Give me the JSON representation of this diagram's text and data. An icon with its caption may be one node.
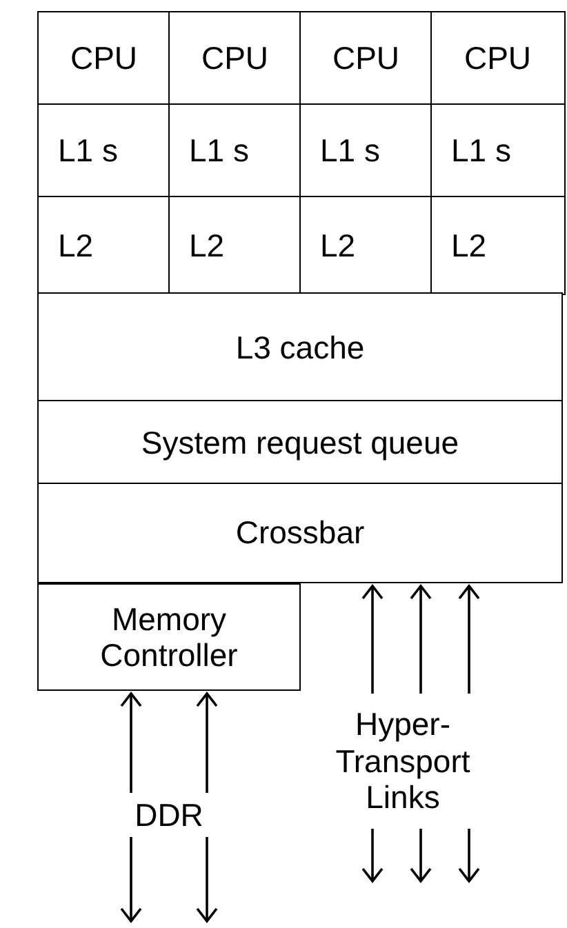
{
  "diagram": {
    "nodes": [
      {
        "text": [
          "CPU"
        ]
      },
      {
        "text": [
          "CPU"
        ]
      },
      {
        "text": [
          "CPU"
        ]
      },
      {
        "text": [
          "CPU"
        ]
      },
      {
        "text": [
          "L1 s"
        ]
      },
      {
        "text": [
          "L1 s"
        ]
      },
      {
        "text": [
          "L1 s"
        ]
      },
      {
        "text": [
          "L1 s"
        ]
      },
      {
        "text": [
          "L2"
        ]
      },
      {
        "text": [
          "L2"
        ]
      },
      {
        "text": [
          "L2"
        ]
      },
      {
        "text": [
          "L2"
        ]
      },
      {
        "text": [
          "L3 cache"
        ]
      },
      {
        "text": [
          "System request queue"
        ]
      },
      {
        "text": [
          "Crossbar"
        ]
      },
      {
        "text": [
          "Memory Controller"
        ]
      },
      {
        "text": [
          "DDR"
        ]
      },
      {
        "text": [
          "Hyper- Transport Links"
        ]
      }
    ],
    "edges": [
      {
        "from": 16,
        "to": 15,
        "arrow": "to"
      },
      {
        "from": 16,
        "to": 15,
        "arrow": "to"
      },
      {
        "from": 16,
        "to": null,
        "arrow": "to"
      },
      {
        "from": 16,
        "to": null,
        "arrow": "to"
      },
      {
        "from": 17,
        "to": 14,
        "arrow": "to"
      },
      {
        "from": 17,
        "to": 14,
        "arrow": "to"
      },
      {
        "from": 17,
        "to": 14,
        "arrow": "to"
      },
      {
        "from": 17,
        "to": null,
        "arrow": "to"
      },
      {
        "from": 17,
        "to": null,
        "arrow": "to"
      },
      {
        "from": 17,
        "to": null,
        "arrow": "to"
      }
    ]
  }
}
